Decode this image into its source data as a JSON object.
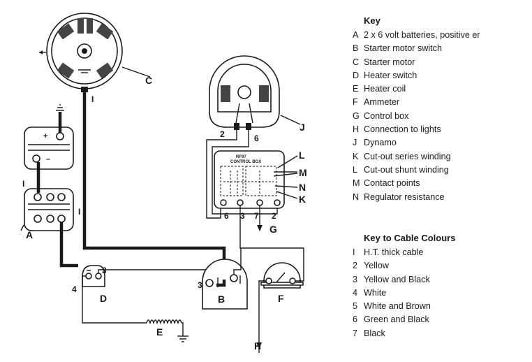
{
  "diagram": {
    "callouts": {
      "A": "A",
      "B": "B",
      "C": "C",
      "D": "D",
      "E": "E",
      "F": "F",
      "G": "G",
      "H": "H",
      "J": "J",
      "K": "K",
      "L": "L",
      "M": "M",
      "N": "N"
    },
    "cable_numbers": {
      "c_top": "I",
      "a_left": "I",
      "a_right": "I",
      "dyn_2": "2",
      "dyn_6": "6",
      "cb_6": "6",
      "cb_3": "3",
      "cb_7": "7",
      "cb_2": "2",
      "d_3": "3",
      "d_4": "4",
      "b_3": "3"
    },
    "control_box_text": {
      "line1": "RF97",
      "line2": "CONTROL BOX"
    },
    "battery_signs": {
      "plus": "+",
      "minus": "–"
    }
  },
  "key": {
    "title": "Key",
    "items": [
      {
        "code": "A",
        "text": "2 x 6 volt batteries, positive er"
      },
      {
        "code": "B",
        "text": "Starter motor switch"
      },
      {
        "code": "C",
        "text": "Starter motor"
      },
      {
        "code": "D",
        "text": "Heater switch"
      },
      {
        "code": "E",
        "text": "Heater coil"
      },
      {
        "code": "F",
        "text": "Ammeter"
      },
      {
        "code": "G",
        "text": "Control box"
      },
      {
        "code": "H",
        "text": "Connection to lights"
      },
      {
        "code": "J",
        "text": "Dynamo"
      },
      {
        "code": "K",
        "text": "Cut-out series winding"
      },
      {
        "code": "L",
        "text": "Cut-out shunt winding"
      },
      {
        "code": "M",
        "text": "Contact points"
      },
      {
        "code": "N",
        "text": "Regulator resistance"
      }
    ]
  },
  "cable_key": {
    "title": "Key to Cable Colours",
    "items": [
      {
        "code": "I",
        "text": "H.T. thick cable"
      },
      {
        "code": "2",
        "text": "Yellow"
      },
      {
        "code": "3",
        "text": "Yellow and Black"
      },
      {
        "code": "4",
        "text": "White"
      },
      {
        "code": "5",
        "text": "White and Brown"
      },
      {
        "code": "6",
        "text": "Green and Black"
      },
      {
        "code": "7",
        "text": "Black"
      }
    ]
  }
}
